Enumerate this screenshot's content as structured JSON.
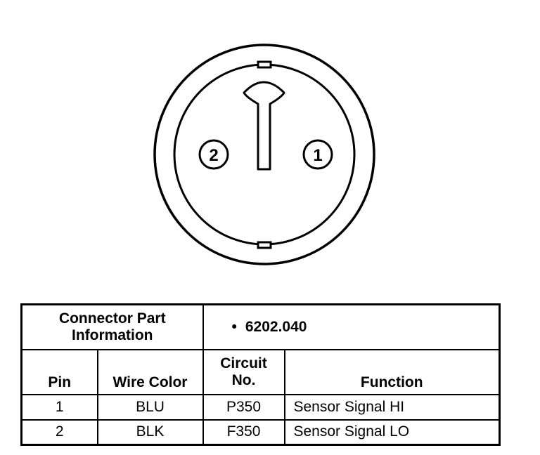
{
  "diagram": {
    "pin_labels": [
      {
        "pin": "1"
      },
      {
        "pin": "2"
      }
    ]
  },
  "table": {
    "connector_part_label_line1": "Connector Part",
    "connector_part_label_line2": "Information",
    "part_bullet": "•",
    "part_number": "6202.040",
    "headers": {
      "pin": "Pin",
      "wire_color": "Wire Color",
      "circuit_line1": "Circuit",
      "circuit_line2": "No.",
      "function": "Function"
    },
    "rows": [
      {
        "pin": "1",
        "wire_color": "BLU",
        "circuit": "P350",
        "function": "Sensor Signal HI"
      },
      {
        "pin": "2",
        "wire_color": "BLK",
        "circuit": "F350",
        "function": "Sensor Signal LO"
      }
    ]
  }
}
